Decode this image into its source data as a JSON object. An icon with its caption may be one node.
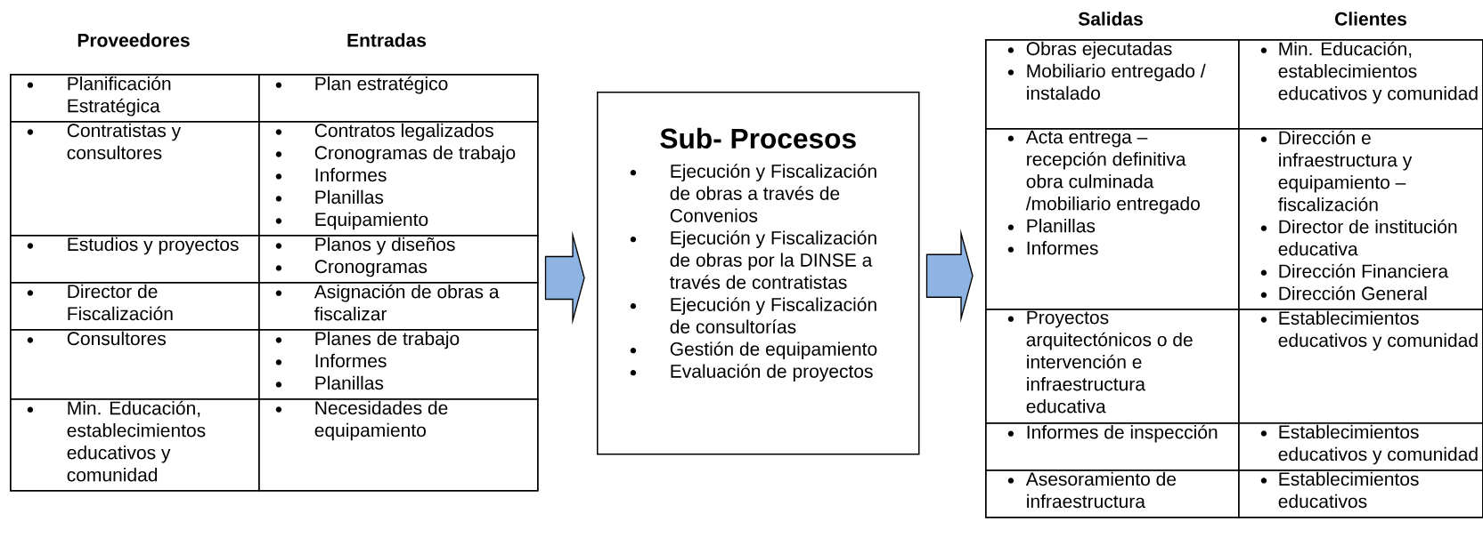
{
  "diagram": {
    "nodes": [
      {
        "text": [],
        "shape": "box"
      },
      {
        "text": [
          "Planificación Estratégica"
        ],
        "in": 0
      },
      {
        "text": [
          "Plan estratégico"
        ],
        "in": 0
      },
      {
        "text": [
          "Contratistas y consultores"
        ],
        "in": 0
      },
      {
        "text": [
          "Contratos legalizados",
          "Cronogramas de trabajo",
          "Informes",
          "Planillas",
          "Equipamiento"
        ],
        "in": 0
      },
      {
        "text": [
          "Estudios y proyectos"
        ],
        "in": 0
      },
      {
        "text": [
          "Planos y diseños",
          "Cronogramas"
        ],
        "in": 0
      },
      {
        "text": [
          "Director de Fiscalización"
        ],
        "in": 0
      },
      {
        "text": [
          "Asignación de obras a fiscalizar"
        ],
        "in": 0
      },
      {
        "text": [
          "Consultores"
        ],
        "in": 0
      },
      {
        "text": [
          "Planes de trabajo",
          "Informes",
          "Planillas"
        ],
        "in": 0
      },
      {
        "text": [
          "Min. Educación, establecimientos educativos y comunidad"
        ],
        "in": 0
      },
      {
        "text": [
          "Necesidades de equipamiento"
        ],
        "in": 0
      },
      {
        "text": [
          "Sub- Procesos",
          "Ejecución y Fiscalización de obras a través de Convenios",
          "Ejecución y Fiscalización de obras por la DINSE a través de contratistas",
          "Ejecución y Fiscalización de consultorías",
          "Gestión de equipamiento",
          "Evaluación de proyectos"
        ]
      },
      {
        "text": [],
        "shape": "box"
      },
      {
        "text": [
          "Obras ejecutadas",
          "Mobiliario entregado / instalado"
        ],
        "in": 14
      },
      {
        "text": [
          "Min. Educación, establecimientos educativos y comunidad"
        ],
        "in": 14
      },
      {
        "text": [
          "Acta entrega – recepción definitiva obra culminada /mobiliario entregado",
          "Planillas",
          "Informes"
        ],
        "in": 14
      },
      {
        "text": [
          "Dirección e infraestructura y equipamiento – fiscalización",
          "Director de institución educativa",
          "Dirección Financiera",
          "Dirección General"
        ],
        "in": 14
      },
      {
        "text": [
          "Proyectos arquitectónicos o de intervención e infraestructura educativa"
        ],
        "in": 14
      },
      {
        "text": [
          "Establecimientos educativos y comunidad"
        ],
        "in": 14
      },
      {
        "text": [
          "Informes de inspección"
        ],
        "in": 14
      },
      {
        "text": [
          "Establecimientos educativos y comunidad"
        ],
        "in": 14
      },
      {
        "text": [
          "Asesoramiento de infraestructura"
        ],
        "in": 14
      },
      {
        "text": [
          "Establecimientos educativos"
        ],
        "in": 14
      }
    ],
    "edges": [
      {
        "from": 0,
        "to": 13,
        "arrow": "to"
      },
      {
        "from": 13,
        "to": 14,
        "arrow": "to"
      }
    ],
    "labels": [
      "Proveedores",
      "Entradas",
      "Salidas",
      "Clientes"
    ]
  }
}
